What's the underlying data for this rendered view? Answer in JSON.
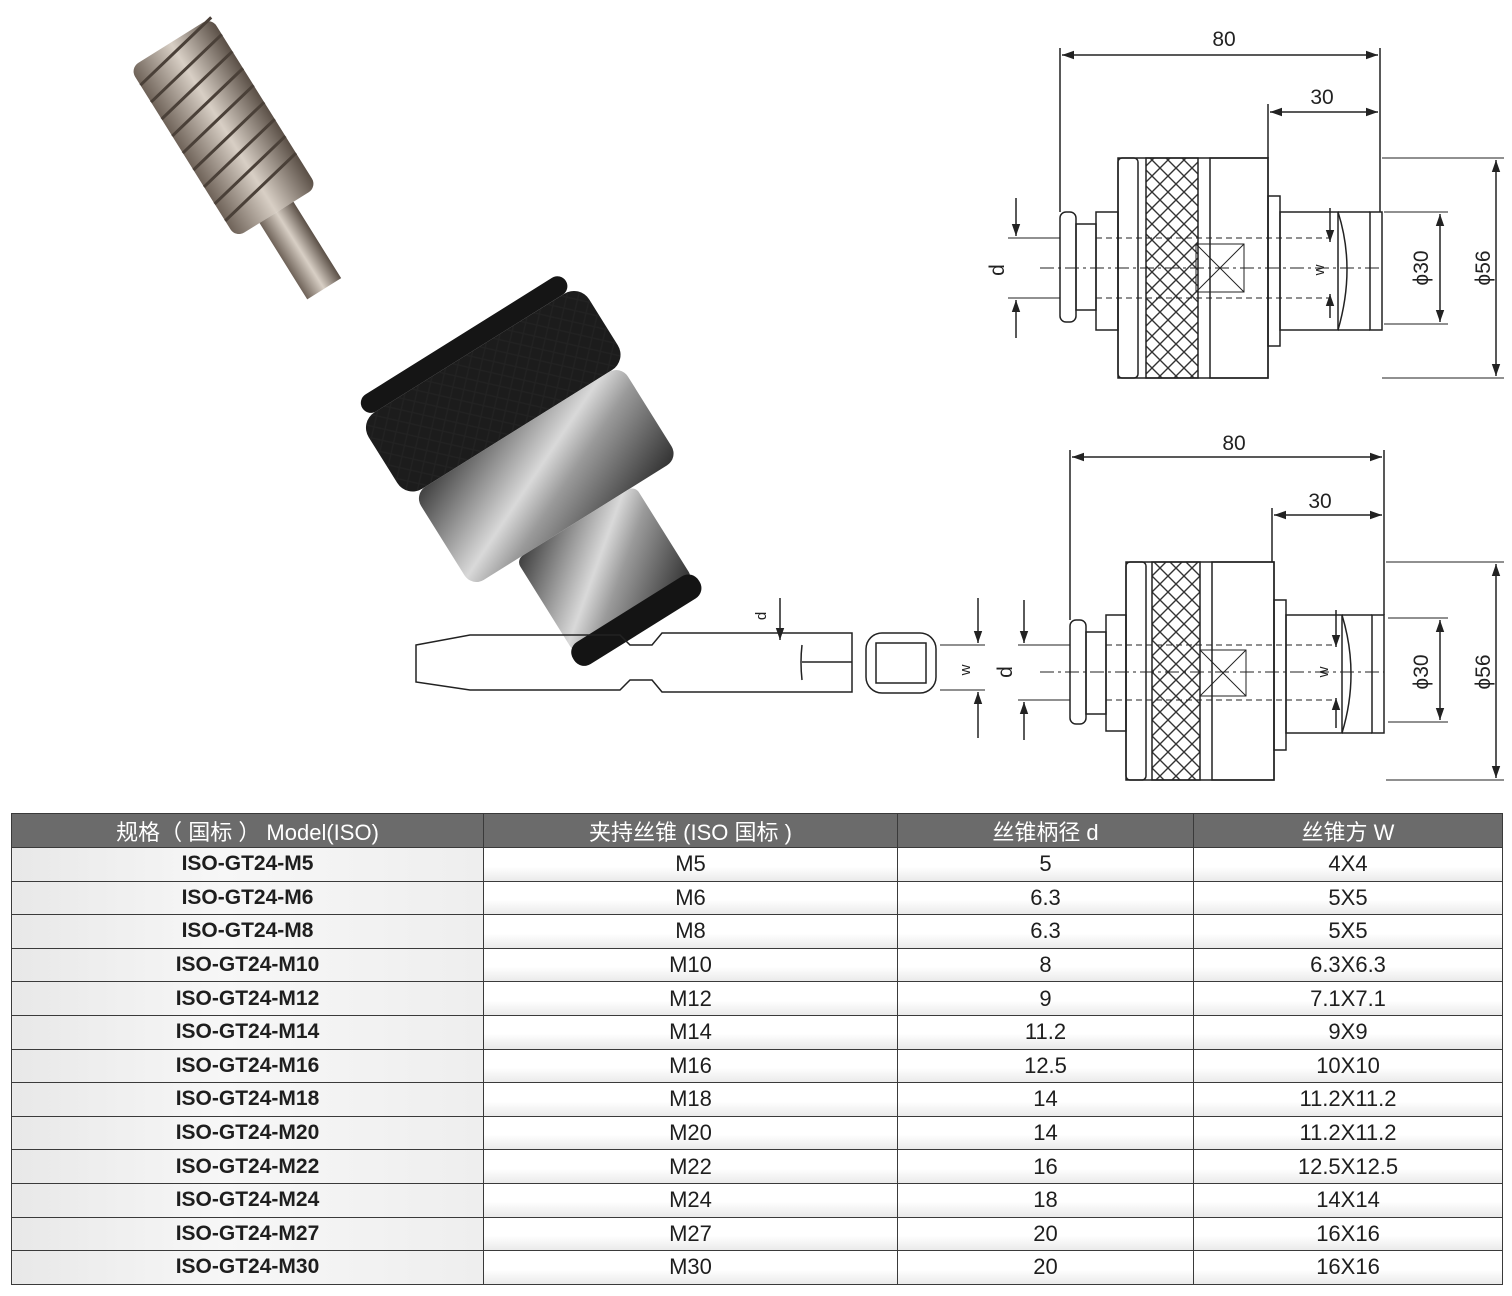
{
  "drawing": {
    "top_view": {
      "overall_length": "80",
      "shank_length": "30",
      "d_label": "d",
      "w_label": "w",
      "inner_dia": "ϕ30",
      "outer_dia": "ϕ56"
    },
    "bottom_view": {
      "overall_length": "80",
      "shank_length": "30",
      "d_label": "d",
      "w_label": "w",
      "inner_dia": "ϕ30",
      "outer_dia": "ϕ56"
    },
    "tap_sketch": {
      "d_label": "d",
      "w_label": "w"
    }
  },
  "table": {
    "headers": [
      "规格（ 国标 ） Model(ISO)",
      "夹持丝锥 (ISO 国标 )",
      "丝锥柄径 d",
      "丝锥方 W"
    ],
    "rows": [
      [
        "ISO-GT24-M5",
        "M5",
        "5",
        "4X4"
      ],
      [
        "ISO-GT24-M6",
        "M6",
        "6.3",
        "5X5"
      ],
      [
        "ISO-GT24-M8",
        "M8",
        "6.3",
        "5X5"
      ],
      [
        "ISO-GT24-M10",
        "M10",
        "8",
        "6.3X6.3"
      ],
      [
        "ISO-GT24-M12",
        "M12",
        "9",
        "7.1X7.1"
      ],
      [
        "ISO-GT24-M14",
        "M14",
        "11.2",
        "9X9"
      ],
      [
        "ISO-GT24-M16",
        "M16",
        "12.5",
        "10X10"
      ],
      [
        "ISO-GT24-M18",
        "M18",
        "14",
        "11.2X11.2"
      ],
      [
        "ISO-GT24-M20",
        "M20",
        "14",
        "11.2X11.2"
      ],
      [
        "ISO-GT24-M22",
        "M22",
        "16",
        "12.5X12.5"
      ],
      [
        "ISO-GT24-M24",
        "M24",
        "18",
        "14X14"
      ],
      [
        "ISO-GT24-M27",
        "M27",
        "20",
        "16X16"
      ],
      [
        "ISO-GT24-M30",
        "M30",
        "20",
        "16X16"
      ]
    ]
  }
}
